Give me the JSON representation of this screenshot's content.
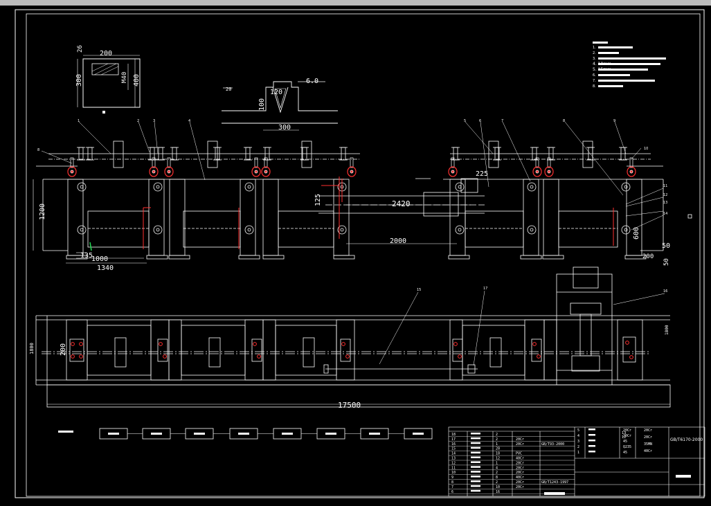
{
  "window": {
    "status_text": ""
  },
  "colors": {
    "background": "#000000",
    "lines": "#ffffff",
    "red": "#ff3030",
    "yellow": "#ffff66",
    "green": "#22dd55",
    "chrome": "#bcbcbc"
  },
  "details": {
    "beam_section": {
      "dims": [
        "26",
        "200",
        "300",
        "M40",
        "400"
      ]
    },
    "weld_section": {
      "dims": [
        "20",
        "6.0",
        "120",
        "100",
        "300"
      ]
    }
  },
  "notes": {
    "lines": [
      "1.",
      "2.",
      "3.",
      "4. 10mm",
      "5. 15mm",
      "6.",
      "7.",
      "8."
    ]
  },
  "elevation": {
    "dims": [
      "1200",
      "135",
      "1000",
      "1340",
      "2420",
      "125",
      "225",
      "2000",
      "600",
      "50",
      "200",
      "50"
    ],
    "callouts": [
      "8",
      "1",
      "2",
      "3",
      "4",
      "5",
      "6",
      "7",
      "8",
      "9",
      "10",
      "11",
      "12",
      "13",
      "14"
    ]
  },
  "plan": {
    "dims": [
      "1800",
      "200",
      "17500",
      "1800"
    ],
    "callouts": [
      "15",
      "16",
      "17"
    ]
  },
  "flow": {
    "label": "",
    "steps": [
      "",
      "",
      "",
      "",
      "",
      "",
      "",
      ""
    ]
  },
  "title_block": {
    "rows": [
      {
        "no": "18",
        "qty": "2",
        "mat": "",
        "std": ""
      },
      {
        "no": "17",
        "qty": "2",
        "mat": "20Cr",
        "std": ""
      },
      {
        "no": "16",
        "qty": "1",
        "mat": "20Cr",
        "std": "GB/T93-2000"
      },
      {
        "no": "15",
        "qty": "20",
        "mat": "",
        "std": ""
      },
      {
        "no": "14",
        "qty": "10",
        "mat": "PVC",
        "std": ""
      },
      {
        "no": "13",
        "qty": "12",
        "mat": "40Cr",
        "std": ""
      },
      {
        "no": "12",
        "qty": "1",
        "mat": "20Cr",
        "std": ""
      },
      {
        "no": "11",
        "qty": "4",
        "mat": "20Cr",
        "std": ""
      },
      {
        "no": "10",
        "qty": "2",
        "mat": "20Cr",
        "std": ""
      },
      {
        "no": "9",
        "qty": "8",
        "mat": "40Cr",
        "std": ""
      },
      {
        "no": "8",
        "qty": "2",
        "mat": "20Cr",
        "std": "GB/T1243-1997"
      },
      {
        "no": "7",
        "qty": "10",
        "mat": "20Cr",
        "std": ""
      },
      {
        "no": "6",
        "qty": "16",
        "mat": "",
        "std": ""
      }
    ],
    "right_rows": [
      {
        "no": "5",
        "mat": "20Cr"
      },
      {
        "no": "4",
        "mat": "20Cr"
      },
      {
        "no": "3",
        "mat": "45"
      },
      {
        "no": "2",
        "mat": "Q235"
      },
      {
        "no": "1",
        "mat": "45"
      }
    ],
    "right_mats": [
      "20Cr",
      "20Cr",
      "35MN",
      "40Cr"
    ],
    "ref_std": "GB/T6170-2000",
    "ref_nos": [
      "12",
      "13"
    ],
    "sheet": "",
    "scale_label": ""
  }
}
